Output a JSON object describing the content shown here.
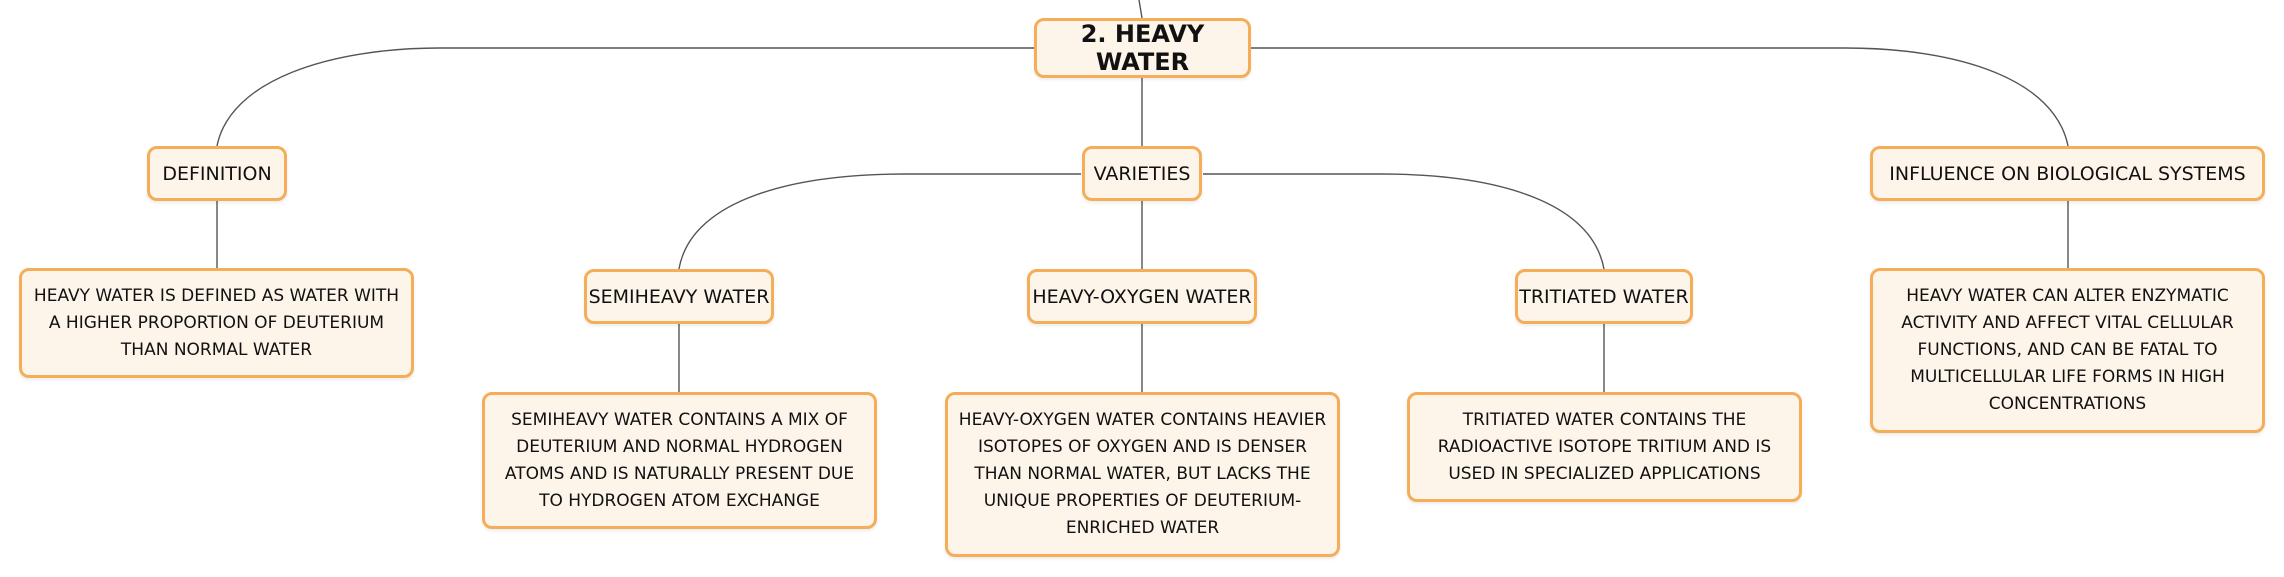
{
  "root": {
    "label": "2. HEAVY WATER"
  },
  "branches": {
    "definition": {
      "label": "DEFINITION",
      "detail": "HEAVY WATER IS DEFINED AS WATER WITH A HIGHER PROPORTION OF DEUTERIUM THAN NORMAL WATER"
    },
    "varieties": {
      "label": "VARIETIES",
      "children": [
        {
          "label": "SEMIHEAVY WATER",
          "detail": "SEMIHEAVY WATER CONTAINS A MIX OF DEUTERIUM AND NORMAL HYDROGEN ATOMS AND IS NATURALLY PRESENT DUE TO HYDROGEN ATOM EXCHANGE"
        },
        {
          "label": "HEAVY-OXYGEN WATER",
          "detail": "HEAVY-OXYGEN WATER CONTAINS HEAVIER ISOTOPES OF OXYGEN AND IS DENSER THAN NORMAL WATER, BUT LACKS THE UNIQUE PROPERTIES OF DEUTERIUM-ENRICHED WATER"
        },
        {
          "label": "TRITIATED WATER",
          "detail": "TRITIATED WATER CONTAINS THE RADIOACTIVE ISOTOPE TRITIUM AND IS USED IN SPECIALIZED APPLICATIONS"
        }
      ]
    },
    "influence": {
      "label": "INFLUENCE ON BIOLOGICAL SYSTEMS",
      "detail": "HEAVY WATER CAN ALTER ENZYMATIC ACTIVITY AND AFFECT VITAL CELLULAR FUNCTIONS, AND CAN BE FATAL TO MULTICELLULAR LIFE FORMS IN HIGH CONCENTRATIONS"
    }
  }
}
